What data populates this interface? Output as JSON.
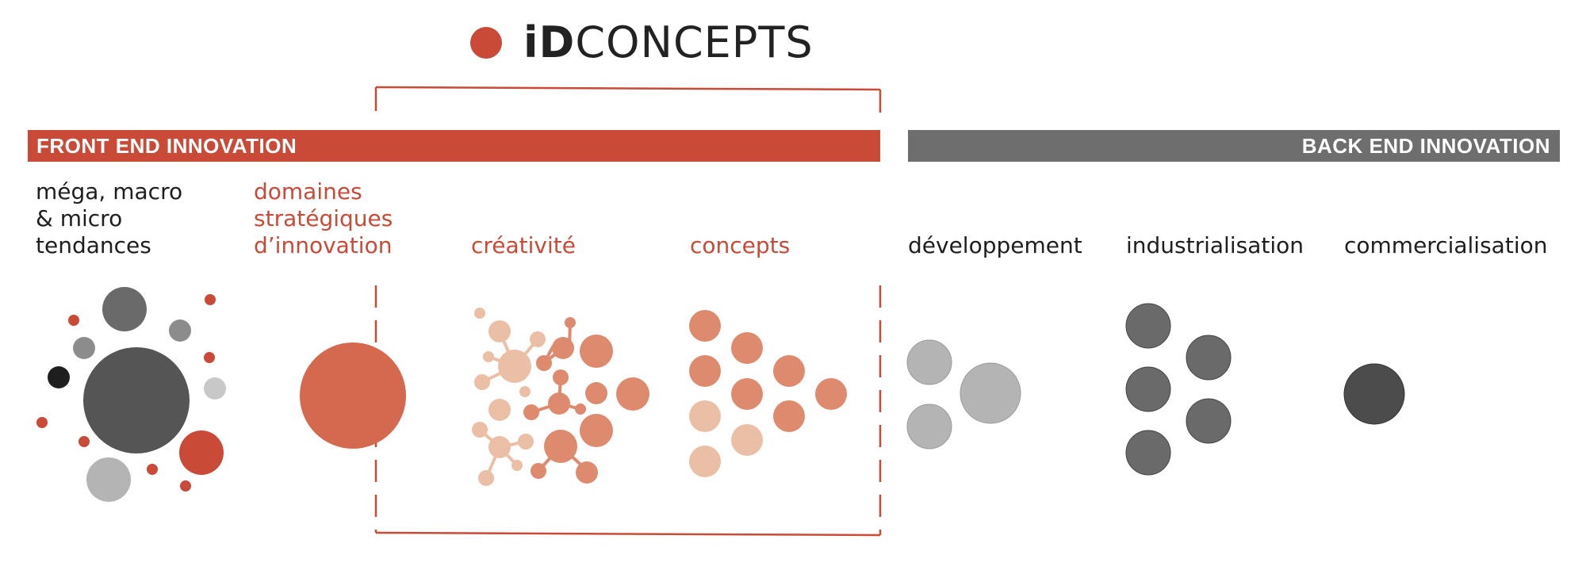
{
  "logo": {
    "id_part": "iD",
    "rest_part": "CONCEPTS",
    "dot_color": "#c94a36"
  },
  "bands": {
    "front": {
      "label": "FRONT END INNOVATION",
      "color": "#c94a36"
    },
    "back": {
      "label": "BACK END INNOVATION",
      "color": "#6e6e6e"
    }
  },
  "stages": [
    {
      "id": "tendances",
      "label": "méga, macro\n& micro\ntendances",
      "color": "dark"
    },
    {
      "id": "domaines",
      "label": "domaines\nstratégiques\nd’innovation",
      "color": "red"
    },
    {
      "id": "creativite",
      "label": "créativité",
      "color": "red"
    },
    {
      "id": "concepts",
      "label": "concepts",
      "color": "red"
    },
    {
      "id": "developpement",
      "label": "développement",
      "color": "dark"
    },
    {
      "id": "industrialisation",
      "label": "industrialisation",
      "color": "dark"
    },
    {
      "id": "commercialisation",
      "label": "commercialisation",
      "color": "dark"
    }
  ],
  "colors": {
    "accent": "#c94a36",
    "coral": "#d5694f",
    "salmon": "#dd8a6e",
    "peach": "#ebbfa6",
    "dark_gray": "#555555",
    "mid_gray": "#6a6a6a",
    "light_gray": "#b4b4b4"
  }
}
